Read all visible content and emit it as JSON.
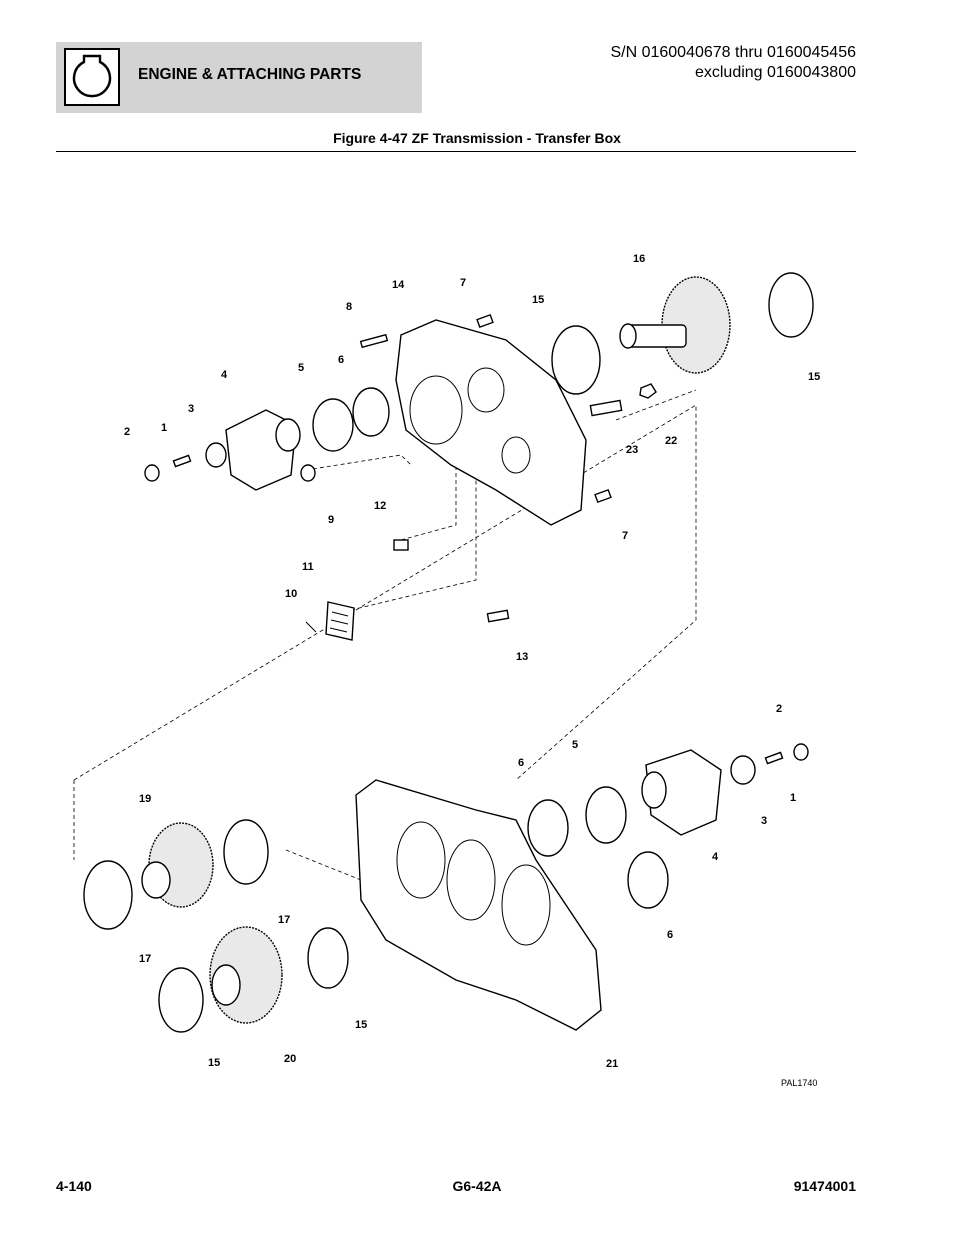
{
  "header": {
    "section_title": "ENGINE & ATTACHING PARTS",
    "serial_line1": "S/N 0160040678 thru 0160045456",
    "serial_line2": "excluding 0160043800",
    "icon": "engine-icon"
  },
  "figure": {
    "title": "Figure 4-47 ZF Transmission - Transfer Box",
    "drawing_id": "PAL1740",
    "callouts": [
      "1",
      "1",
      "2",
      "2",
      "3",
      "3",
      "4",
      "4",
      "5",
      "5",
      "6",
      "6",
      "6",
      "7",
      "7",
      "8",
      "9",
      "10",
      "11",
      "12",
      "13",
      "14",
      "15",
      "15",
      "15",
      "15",
      "16",
      "17",
      "17",
      "19",
      "20",
      "21",
      "22",
      "23"
    ]
  },
  "footer": {
    "page_number": "4-140",
    "model": "G6-42A",
    "part_number": "91474001"
  }
}
